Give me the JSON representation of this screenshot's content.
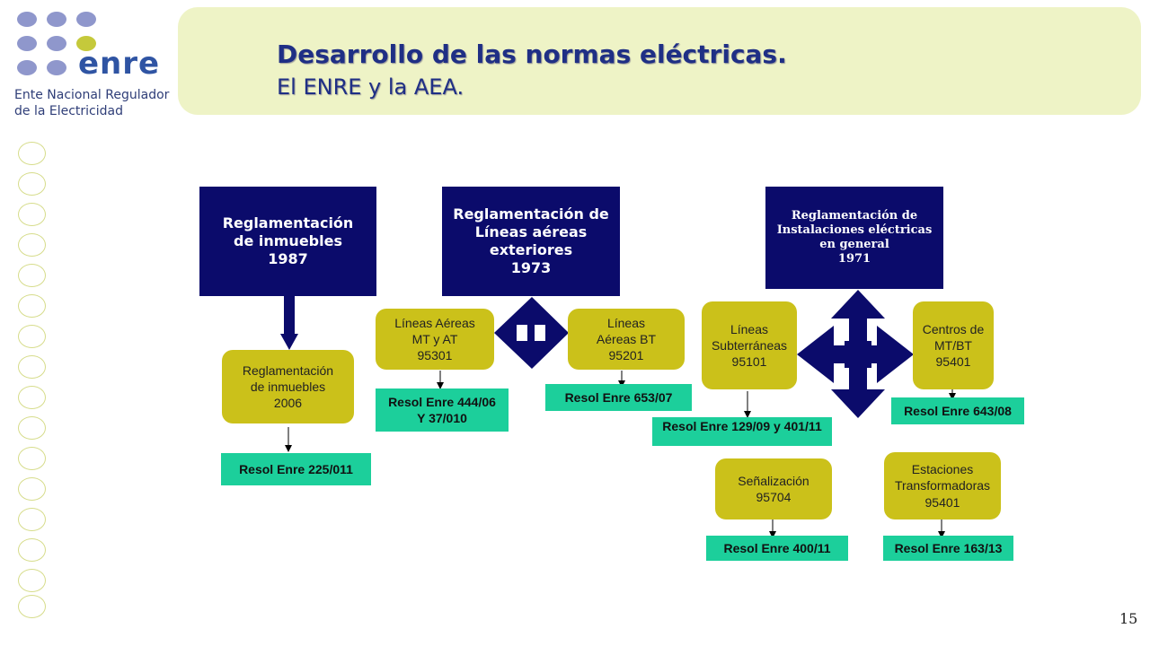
{
  "logo": {
    "wordmark": "enre",
    "line1": "Ente Nacional Regulador",
    "line2": "de la Electricidad",
    "dot_color": "#8f97cc",
    "accent_dot_color": "#c5c93b"
  },
  "header": {
    "title": "Desarrollo de las normas eléctricas.",
    "subtitle": "El ENRE  y  la AEA."
  },
  "boxes": {
    "inmuebles_1987": "Reglamentación\nde inmuebles\n1987",
    "lineas_aereas_1973": "Reglamentación de\nLíneas aéreas\nexteriores\n1973",
    "instalaciones_1971": "Reglamentación de\nInstalaciones eléctricas\nen general\n1971",
    "inmuebles_2006": "Reglamentación\nde inmuebles\n2006",
    "lineas_mt_at": "Líneas Aéreas\nMT y AT\n95301",
    "lineas_bt": "Líneas\nAéreas BT\n95201",
    "subterraneas": "Líneas\nSubterráneas\n95101",
    "centros": "Centros de\nMT/BT\n95401",
    "senalizacion": "Señalización\n95704",
    "estaciones": "Estaciones\nTransformadoras\n95401"
  },
  "resolutions": {
    "r225": "Resol Enre 225/011",
    "r444": "Resol Enre 444/06\nY 37/010",
    "r653": "Resol Enre 653/07",
    "r129": "Resol Enre 129/09 y 401/11",
    "r643": "Resol Enre 643/08",
    "r400": "Resol Enre 400/11",
    "r163": "Resol Enre 163/13"
  },
  "page_number": "15",
  "colors": {
    "navy": "#0b0b6b",
    "olive": "#cbc11a",
    "teal": "#1ccf9b",
    "banner": "#eef3c6",
    "title": "#1f2f85"
  }
}
